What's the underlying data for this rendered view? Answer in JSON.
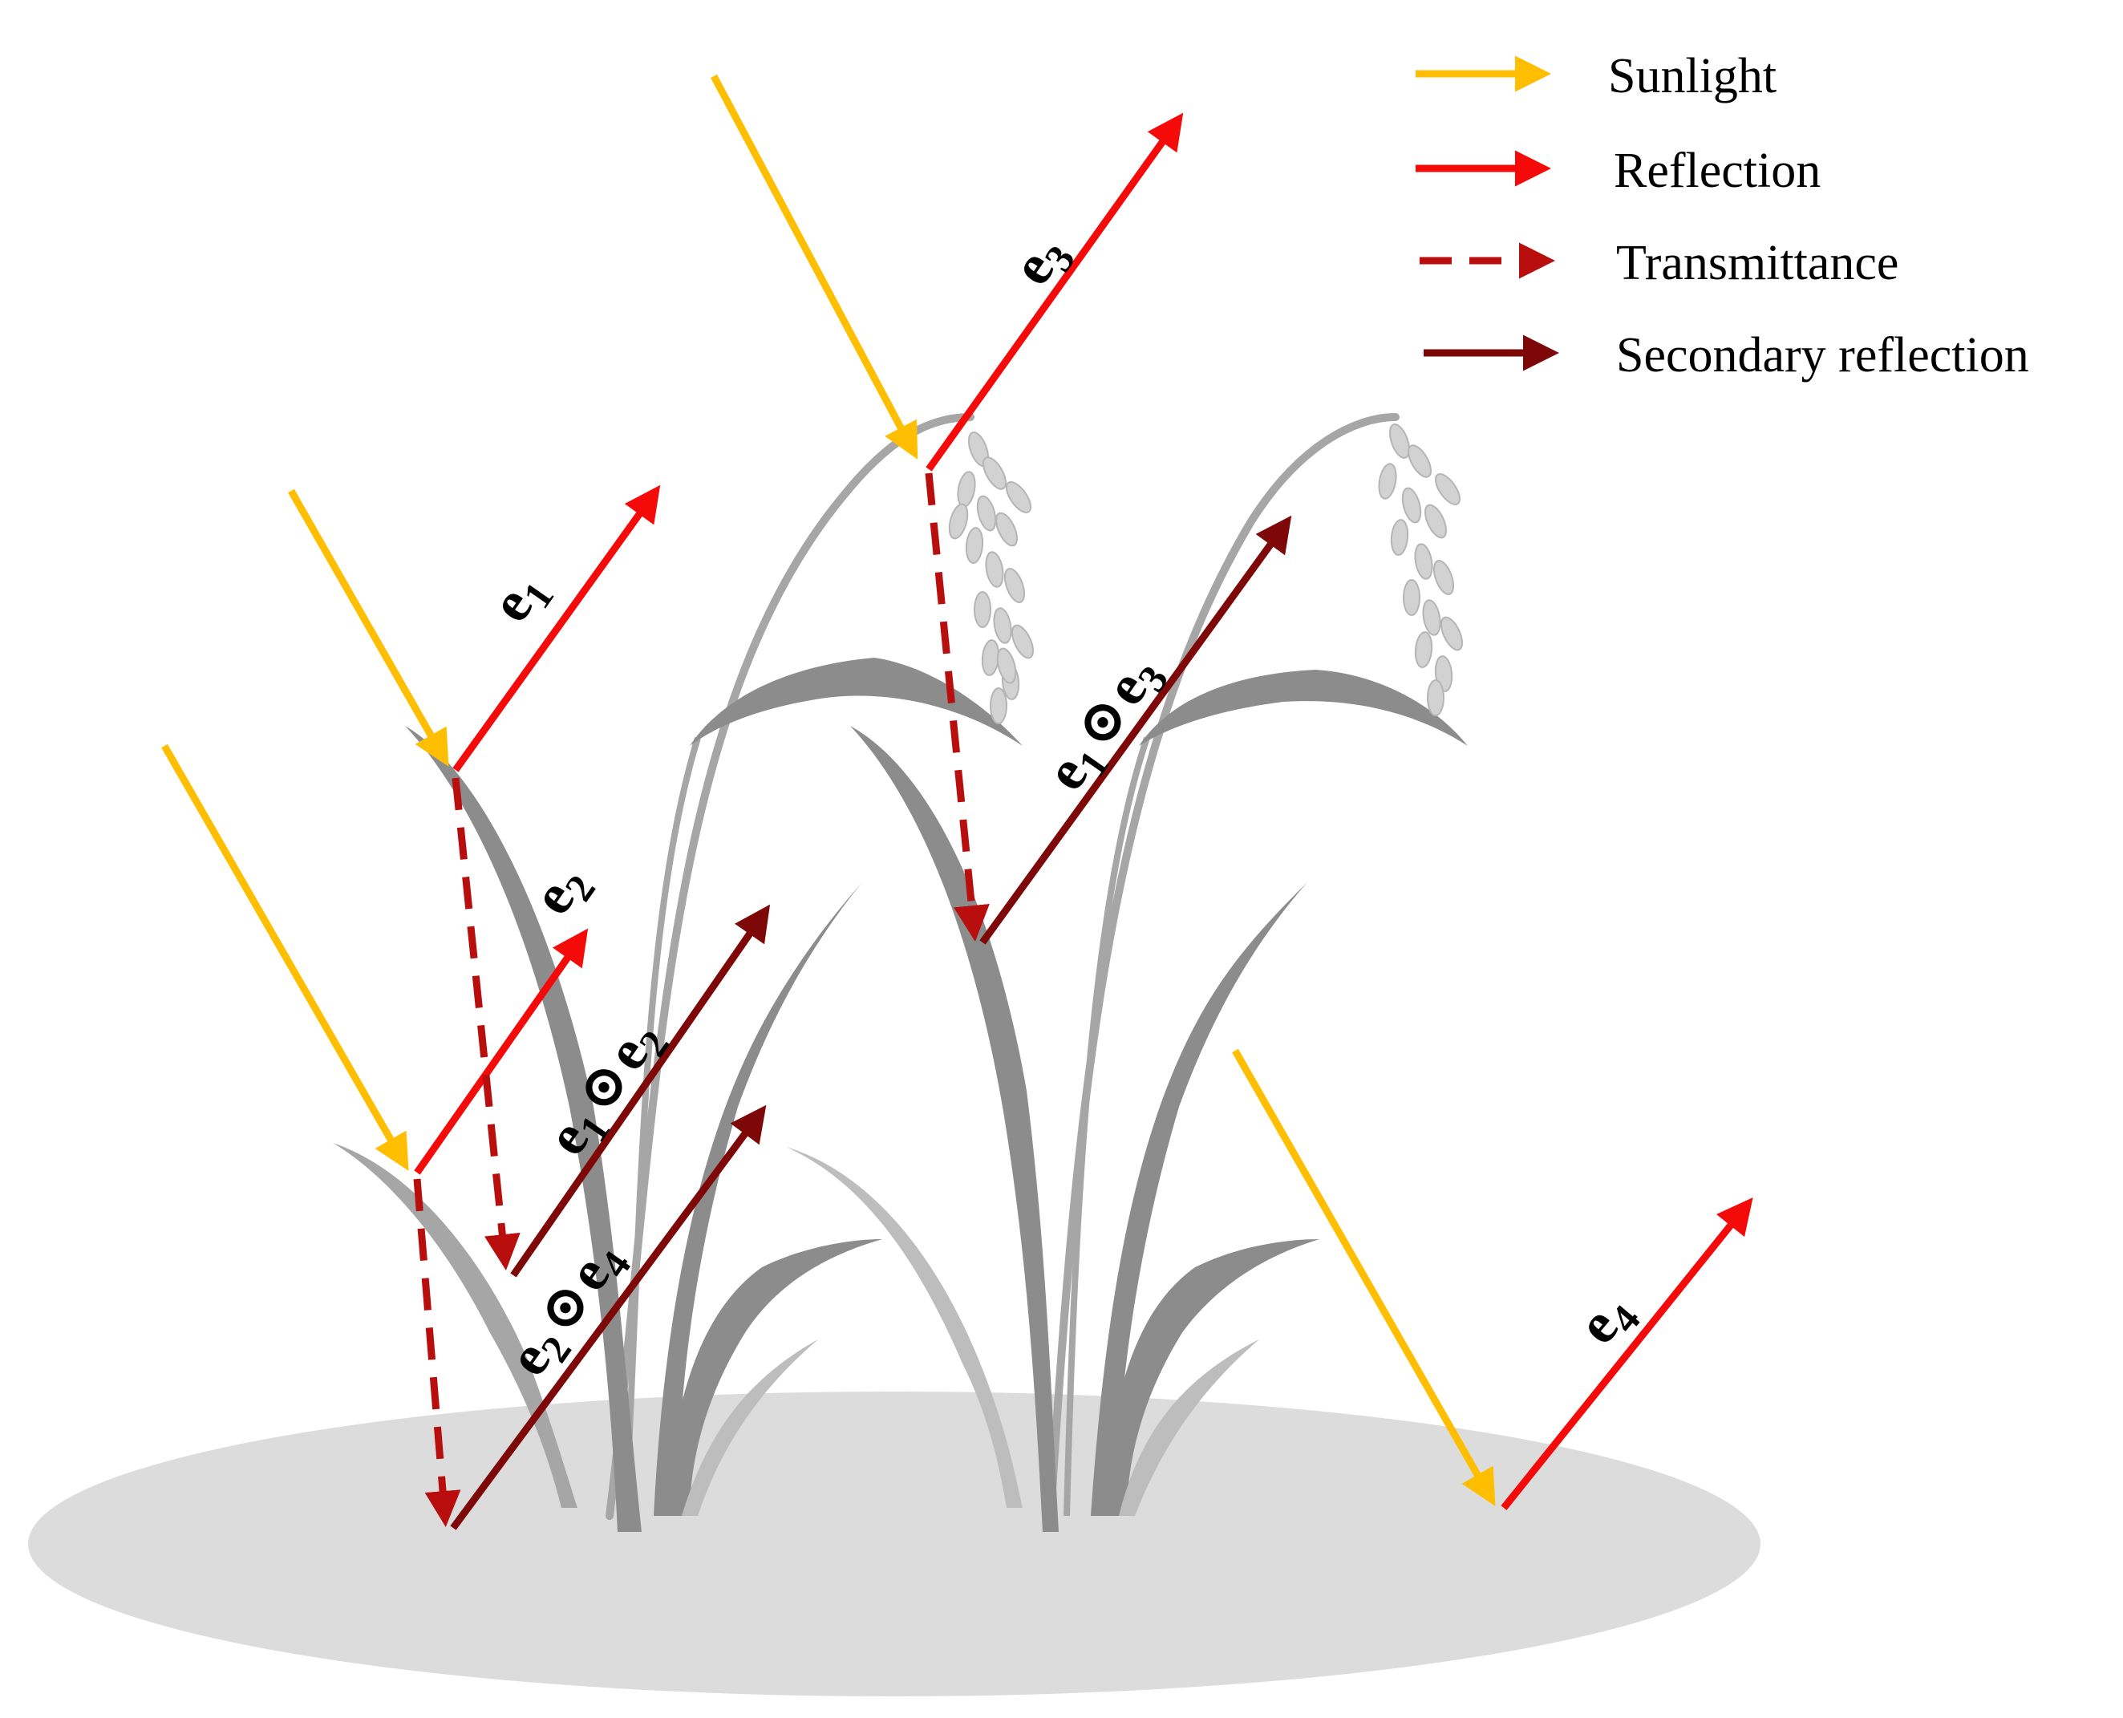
{
  "legend": {
    "sunlight": "Sunlight",
    "reflection": "Reflection",
    "transmittance": "Transmittance",
    "secondary_reflection": "Secondary reflection"
  },
  "labels": {
    "e1": {
      "base": "e",
      "sub": "1"
    },
    "e2": {
      "base": "e",
      "sub": "2"
    },
    "e3": {
      "base": "e",
      "sub": "3"
    },
    "e4": {
      "base": "e",
      "sub": "4"
    },
    "e1_e2": {
      "a": "e",
      "a_sub": "1",
      "op": "⊙",
      "b": "e",
      "b_sub": "2"
    },
    "e1_e3": {
      "a": "e",
      "a_sub": "1",
      "op": "⊙",
      "b": "e",
      "b_sub": "3"
    },
    "e2_e4": {
      "a": "e",
      "a_sub": "2",
      "op": "⊙",
      "b": "e",
      "b_sub": "4"
    }
  },
  "colors": {
    "sunlight": "#FFBE00",
    "reflection": "#F50A0A",
    "transmittance": "#B80E0E",
    "secondary_reflection": "#7E0808",
    "ground": "#DCDCDC",
    "plant_dark": "#8C8C8C",
    "plant_mid": "#A6A6A6",
    "plant_light": "#BDBDBD"
  }
}
